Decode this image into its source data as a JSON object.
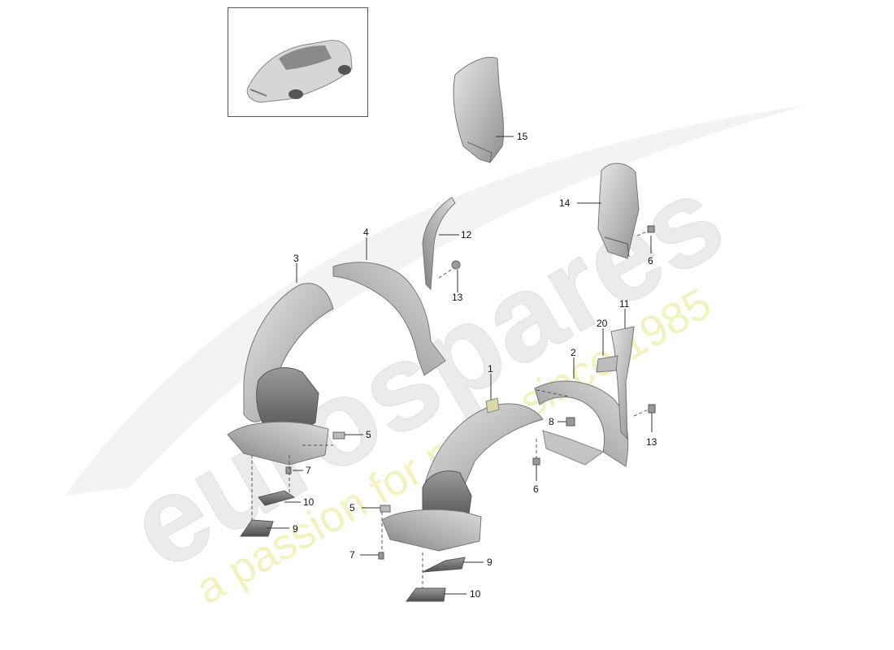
{
  "watermark": {
    "brand": "eurospares",
    "tagline": "a passion for parts since 1985",
    "brand_color": "#e9e9e9",
    "tagline_color": "#f1f1b8"
  },
  "thumbnail": {
    "icon": "car-thumbnail-icon"
  },
  "callouts": [
    {
      "id": "c15",
      "text": "15"
    },
    {
      "id": "c14",
      "text": "14"
    },
    {
      "id": "c12",
      "text": "12"
    },
    {
      "id": "c6a",
      "text": "6"
    },
    {
      "id": "c4",
      "text": "4"
    },
    {
      "id": "c3",
      "text": "3"
    },
    {
      "id": "c13a",
      "text": "13"
    },
    {
      "id": "c11",
      "text": "11"
    },
    {
      "id": "c20",
      "text": "20"
    },
    {
      "id": "c2",
      "text": "2"
    },
    {
      "id": "c1",
      "text": "1"
    },
    {
      "id": "c8",
      "text": "8"
    },
    {
      "id": "c13b",
      "text": "13"
    },
    {
      "id": "c5a",
      "text": "5"
    },
    {
      "id": "c7a",
      "text": "7"
    },
    {
      "id": "c6b",
      "text": "6"
    },
    {
      "id": "c10a",
      "text": "10"
    },
    {
      "id": "c5b",
      "text": "5"
    },
    {
      "id": "c9a",
      "text": "9"
    },
    {
      "id": "c7b",
      "text": "7"
    },
    {
      "id": "c9b",
      "text": "9"
    },
    {
      "id": "c10b",
      "text": "10"
    }
  ]
}
